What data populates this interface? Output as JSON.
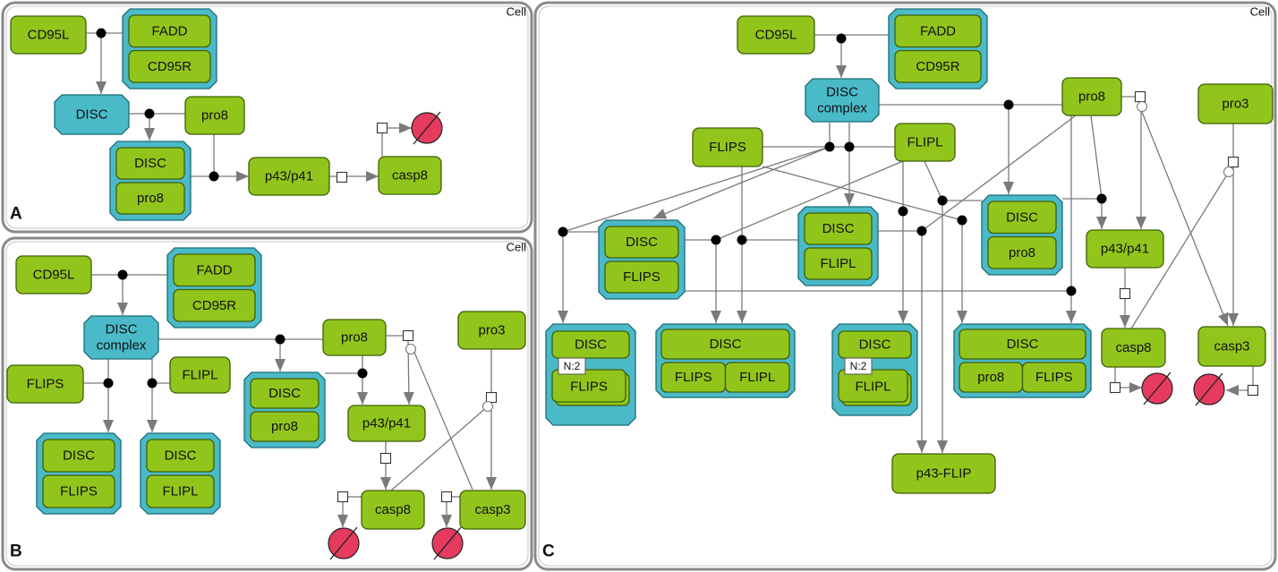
{
  "panels": [
    {
      "id": "A",
      "label": "A",
      "compartment": "Cell"
    },
    {
      "id": "B",
      "label": "B",
      "compartment": "Cell"
    },
    {
      "id": "C",
      "label": "C",
      "compartment": "Cell"
    }
  ],
  "labels": {
    "CD95L": "CD95L",
    "FADD": "FADD",
    "CD95R": "CD95R",
    "DISC": "DISC",
    "DISC_complex_line1": "DISC",
    "DISC_complex_line2": "complex",
    "pro8": "pro8",
    "p43p41": "p43/p41",
    "casp8": "casp8",
    "pro3": "pro3",
    "casp3": "casp3",
    "FLIPS": "FLIPS",
    "FLIPL": "FLIPL",
    "p43FLIP": "p43-FLIP",
    "multimer": "N:2"
  },
  "colors": {
    "macromolecule": "#92c51c",
    "complex": "#4bbac8",
    "sink": "#e63a5e",
    "compartment_border": "#8a8a8a"
  }
}
